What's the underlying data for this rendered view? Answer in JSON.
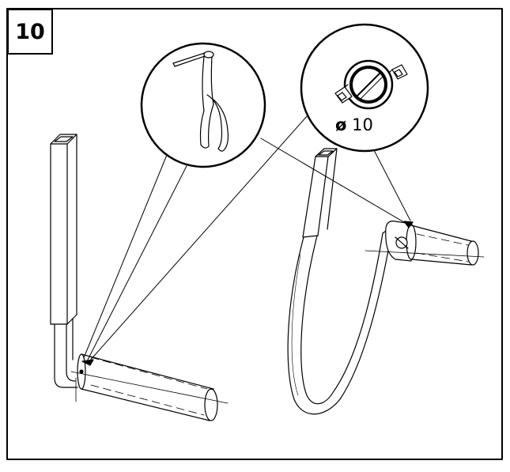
{
  "step": {
    "number": "10"
  },
  "callout": {
    "diameter_symbol": "ø",
    "diameter_value": "10"
  },
  "colors": {
    "ink": "#000000",
    "paper": "#ffffff",
    "shade": "#eeeeee"
  },
  "icons": {
    "frame": "outer-frame",
    "left_detail": "magnified-pin-detail",
    "right_detail": "magnified-bolt-section-detail"
  }
}
